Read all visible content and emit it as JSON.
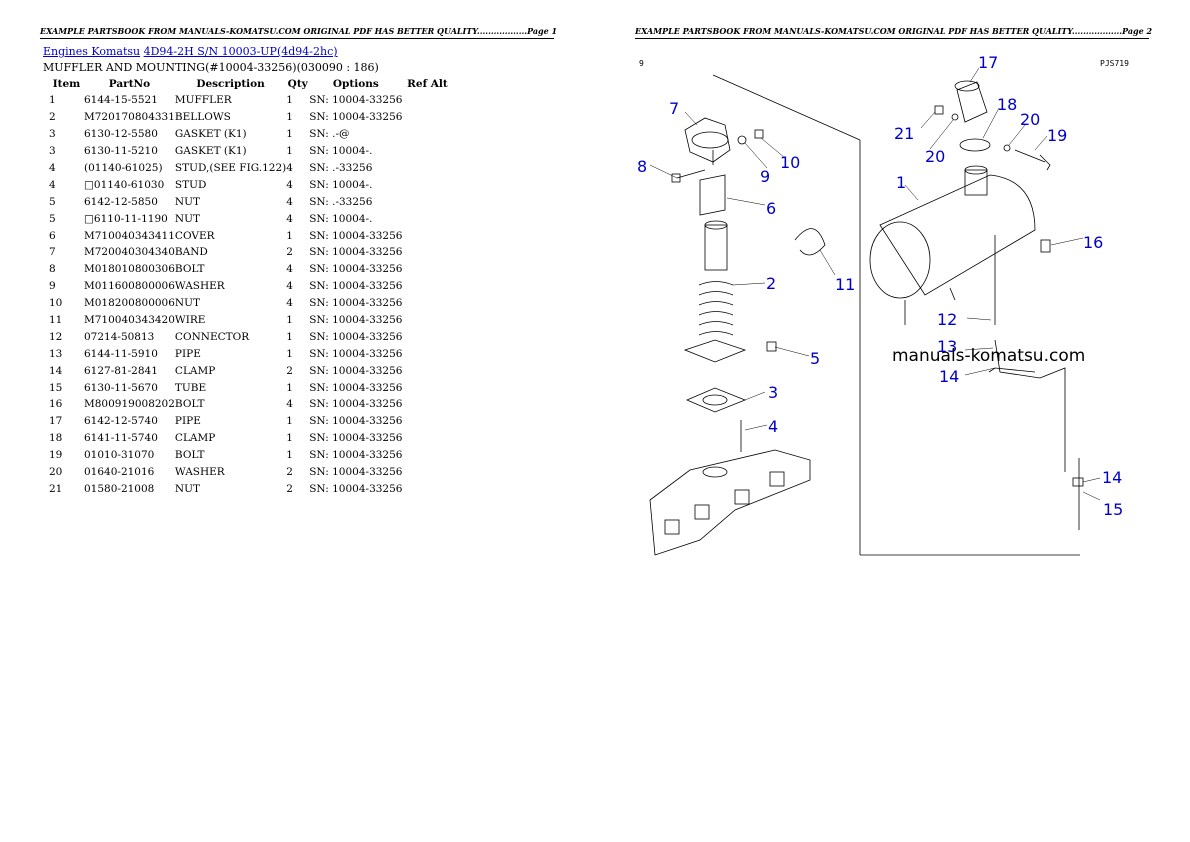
{
  "header_text": "EXAMPLE PARTSBOOK FROM MANUALS-KOMATSU.COM ORIGINAL PDF HAS BETTER QUALITY..................",
  "page1_label": "Page 1",
  "page2_label": "Page 2",
  "breadcrumb": {
    "link1": "Engines Komatsu",
    "link2": "4D94-2H S/N 10003-UP(4d94-2hc)"
  },
  "subtitle": "MUFFLER AND MOUNTING(#10004-33256)(030090 : 186)",
  "table": {
    "headers": [
      "Item",
      "PartNo",
      "Description",
      "Qty",
      "Options",
      "Ref Alt"
    ],
    "rows": [
      [
        "1",
        "6144-15-5521",
        "MUFFLER",
        "1",
        "SN: 10004-33256"
      ],
      [
        "2",
        "M720170804331",
        "BELLOWS",
        "1",
        "SN: 10004-33256"
      ],
      [
        "3",
        "6130-12-5580",
        "GASKET (K1)",
        "1",
        "SN: .-@"
      ],
      [
        "3",
        "6130-11-5210",
        "GASKET (K1)",
        "1",
        "SN: 10004-."
      ],
      [
        "4",
        "(01140-61025)",
        "STUD,(SEE FIG.122)",
        "4",
        "SN: .-33256"
      ],
      [
        "4",
        "□01140-61030",
        "STUD",
        "4",
        "SN: 10004-."
      ],
      [
        "5",
        "6142-12-5850",
        "NUT",
        "4",
        "SN: .-33256"
      ],
      [
        "5",
        "□6110-11-1190",
        "NUT",
        "4",
        "SN: 10004-."
      ],
      [
        "6",
        "M710040343411",
        "COVER",
        "1",
        "SN: 10004-33256"
      ],
      [
        "7",
        "M720040304340",
        "BAND",
        "2",
        "SN: 10004-33256"
      ],
      [
        "8",
        "M018010800306",
        "BOLT",
        "4",
        "SN: 10004-33256"
      ],
      [
        "9",
        "M011600800006",
        "WASHER",
        "4",
        "SN: 10004-33256"
      ],
      [
        "10",
        "M018200800006",
        "NUT",
        "4",
        "SN: 10004-33256"
      ],
      [
        "11",
        "M710040343420",
        "WIRE",
        "1",
        "SN: 10004-33256"
      ],
      [
        "12",
        "07214-50813",
        "CONNECTOR",
        "1",
        "SN: 10004-33256"
      ],
      [
        "13",
        "6144-11-5910",
        "PIPE",
        "1",
        "SN: 10004-33256"
      ],
      [
        "14",
        "6127-81-2841",
        "CLAMP",
        "2",
        "SN: 10004-33256"
      ],
      [
        "15",
        "6130-11-5670",
        "TUBE",
        "1",
        "SN: 10004-33256"
      ],
      [
        "16",
        "M800919008202",
        "BOLT",
        "4",
        "SN: 10004-33256"
      ],
      [
        "17",
        "6142-12-5740",
        "PIPE",
        "1",
        "SN: 10004-33256"
      ],
      [
        "18",
        "6141-11-5740",
        "CLAMP",
        "1",
        "SN: 10004-33256"
      ],
      [
        "19",
        "01010-31070",
        "BOLT",
        "1",
        "SN: 10004-33256"
      ],
      [
        "20",
        "01640-21016",
        "WASHER",
        "2",
        "SN: 10004-33256"
      ],
      [
        "21",
        "01580-21008",
        "NUT",
        "2",
        "SN: 10004-33256"
      ]
    ]
  },
  "diagram": {
    "corner_left": "9",
    "corner_right": "PJS719",
    "watermark": "manuals-komatsu.com",
    "callouts": {
      "n1": "1",
      "n2": "2",
      "n3": "3",
      "n4": "4",
      "n5": "5",
      "n6": "6",
      "n7": "7",
      "n8": "8",
      "n9": "9",
      "n10": "10",
      "n11": "11",
      "n12": "12",
      "n13": "13",
      "n14a": "14",
      "n14b": "14",
      "n15": "15",
      "n16": "16",
      "n17": "17",
      "n18": "18",
      "n19": "19",
      "n20": "20",
      "n21": "21"
    }
  },
  "colors": {
    "link": "#0000cc",
    "callout": "#0000cc",
    "ink": "#000000"
  }
}
